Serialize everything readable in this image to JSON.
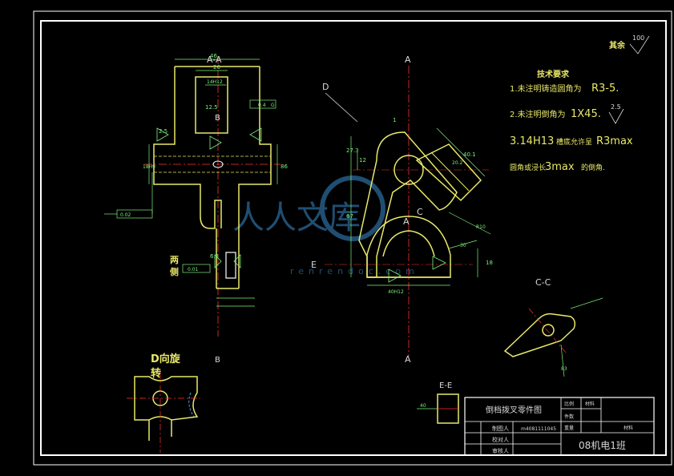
{
  "colors": {
    "background": "#000000",
    "frame": "#ffffff",
    "outline": "#e8e86a",
    "dimension": "#7cf07c",
    "centerline": "#ff3030",
    "hidden": "#4aa0ff",
    "text_yellow": "#e8e86a",
    "text_white": "#d8d8d8",
    "watermark": "#3a8fd0"
  },
  "views": {
    "section_aa": "A-A",
    "main_top_a": "A",
    "main_bottom_a": "A",
    "label_d": "D",
    "label_c_main": "C",
    "label_a_main": "A",
    "label_e": "E",
    "section_cc": "C-C",
    "section_ee": "E-E",
    "b_top": "B",
    "b_bottom": "B",
    "view_d_line1": "D向旋",
    "view_d_line2": "转",
    "two_places_1": "两",
    "two_places_2": "侧"
  },
  "dims": {
    "d46": "46",
    "d26": "26",
    "d14h12": "14H12",
    "d86": "86",
    "d18h9": "18H9",
    "tol04": "0.4",
    "tol_ref": "G",
    "flat_a": "0.02",
    "flat_b": "0.01",
    "r25": "2.5",
    "r125": "12.5",
    "r63": "6.3",
    "d18": "18",
    "d12": "12",
    "d67": "67",
    "d273": "27.3",
    "d401": "40.1",
    "d202": "20.2",
    "d1": "1",
    "d40": "40",
    "d4012": "40H12",
    "d83": "83",
    "r10": "R10",
    "d30": "30"
  },
  "roughness_note": {
    "label": "其余",
    "value": "100"
  },
  "tech_requirements": {
    "title": "技术要求",
    "item1_prefix": "1.未注明铸造圆角为",
    "item1_value": "R3-5.",
    "item2_prefix": "2.未注明倒角为",
    "item2_value": "1X45.",
    "item2_roughness": "2.5",
    "item3_prefix": "3.14H13",
    "item3_mid": "槽底允许呈",
    "item3_value": "R3max",
    "item4_prefix": "圆角或浸长",
    "item4_value": "3max",
    "item4_suffix": "的倒角."
  },
  "title_block": {
    "part_name": "倒档拨叉零件图",
    "drawer": "制图人",
    "drawing_no": "m4081111045",
    "checker": "校对人",
    "approver": "审核人",
    "scale_label": "比例",
    "material_label": "材料",
    "qty_label": "件数",
    "weight_label": "重量",
    "class_name": "08机电1班",
    "sheet": "材料"
  },
  "watermark": {
    "text": "人人文库",
    "url": "renrendoc.com"
  }
}
